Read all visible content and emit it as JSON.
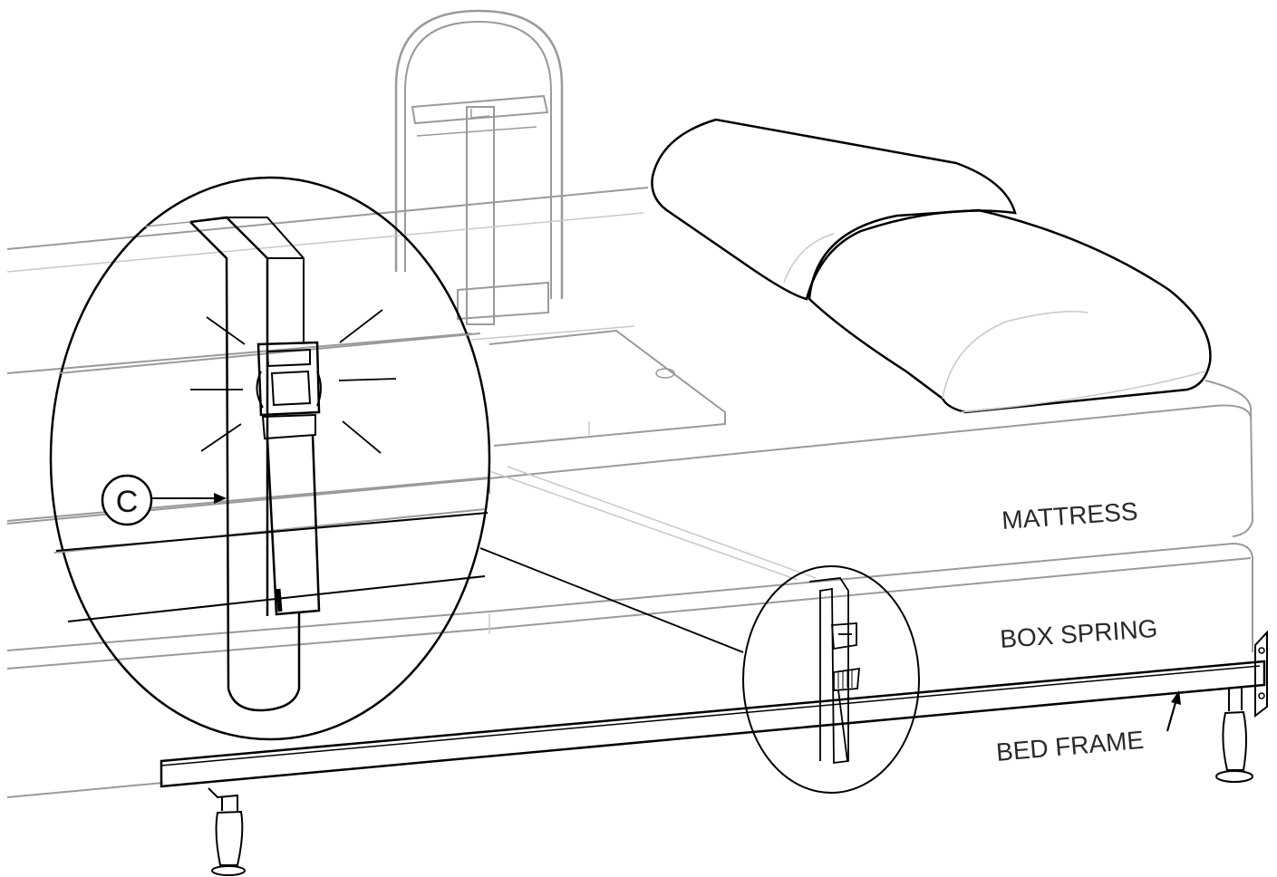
{
  "labels": {
    "mattress": "MATTRESS",
    "box_spring": "BOX SPRING",
    "bed_frame": "BED FRAME",
    "callout": "C"
  }
}
